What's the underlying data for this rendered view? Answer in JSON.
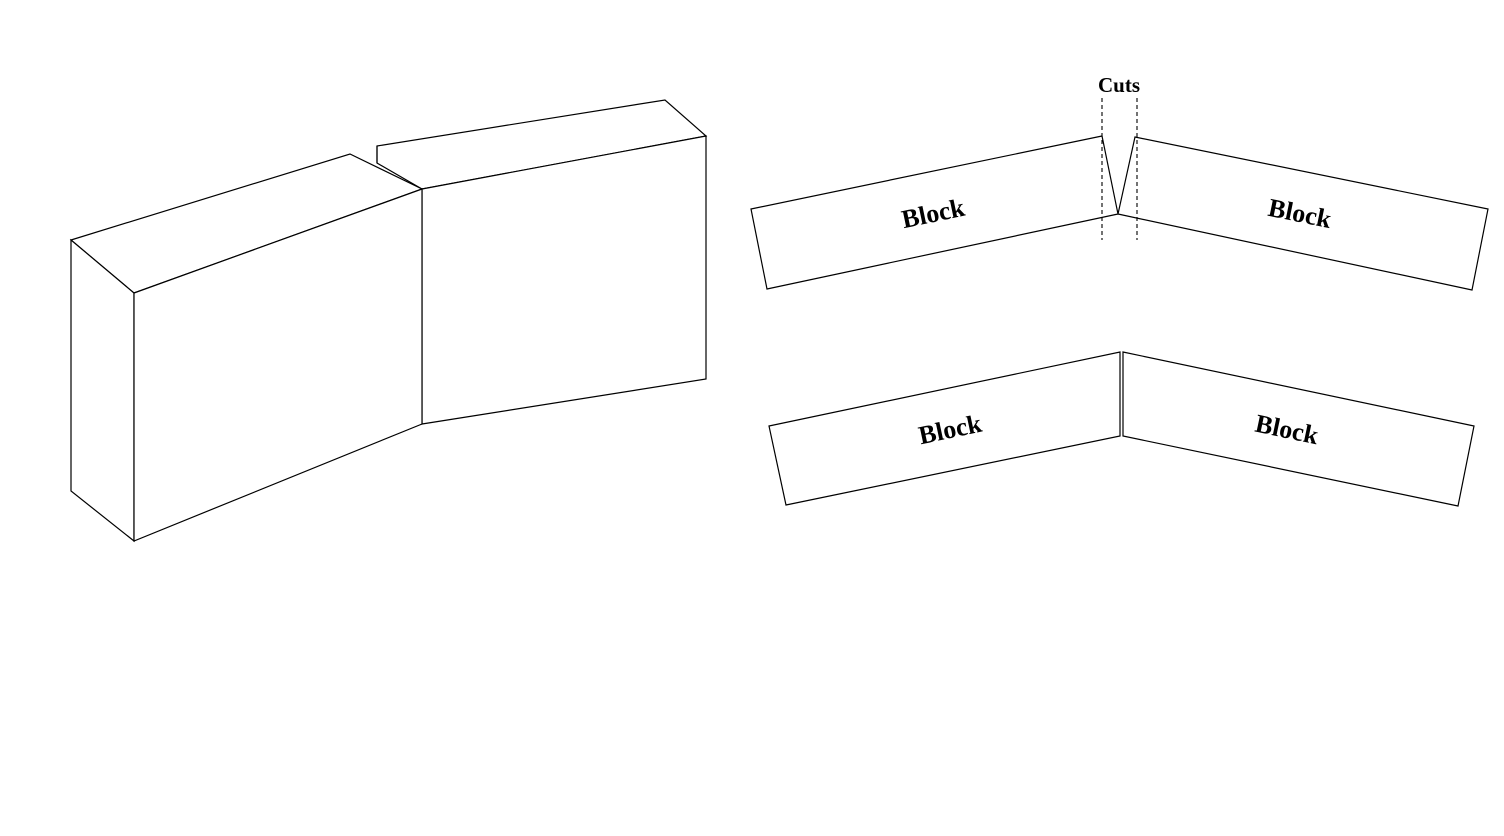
{
  "diagram": {
    "cuts_label": "Cuts",
    "block_label": "Block",
    "labels": {
      "top_left_block": "Block",
      "top_right_block": "Block",
      "bottom_left_block": "Block",
      "bottom_right_block": "Block"
    }
  }
}
